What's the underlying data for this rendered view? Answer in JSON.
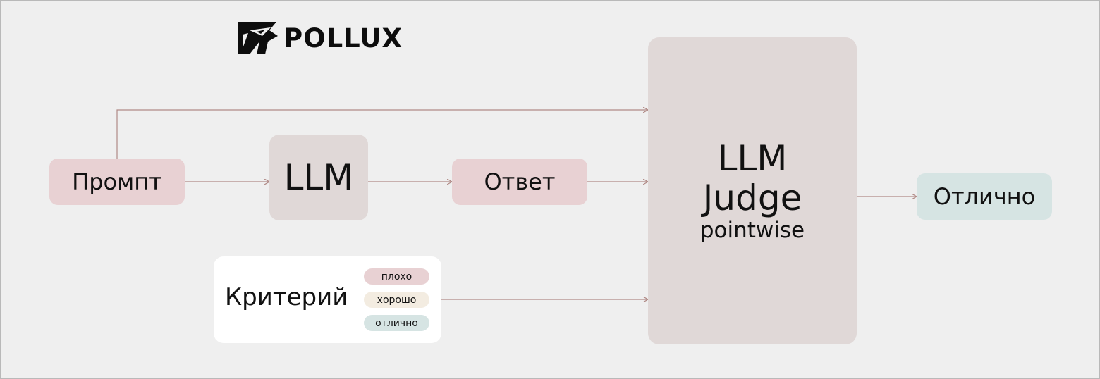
{
  "logo": {
    "text": "POLLUX",
    "icon": "pollux-mask-logo"
  },
  "nodes": {
    "prompt": "Промпт",
    "llm": "LLM",
    "answer": "Ответ",
    "judge": {
      "line1": "LLM",
      "line2": "Judge",
      "line3": "pointwise"
    },
    "result": "Отлично",
    "criteria": {
      "label": "Критерий",
      "options": [
        "плохо",
        "хорошо",
        "отлично"
      ]
    }
  },
  "colors": {
    "background": "#efefef",
    "pink": "#e8d1d3",
    "taupe": "#e0d8d7",
    "teal": "#d6e4e3",
    "cream": "#f3ece1",
    "connector": "#b08a86"
  }
}
